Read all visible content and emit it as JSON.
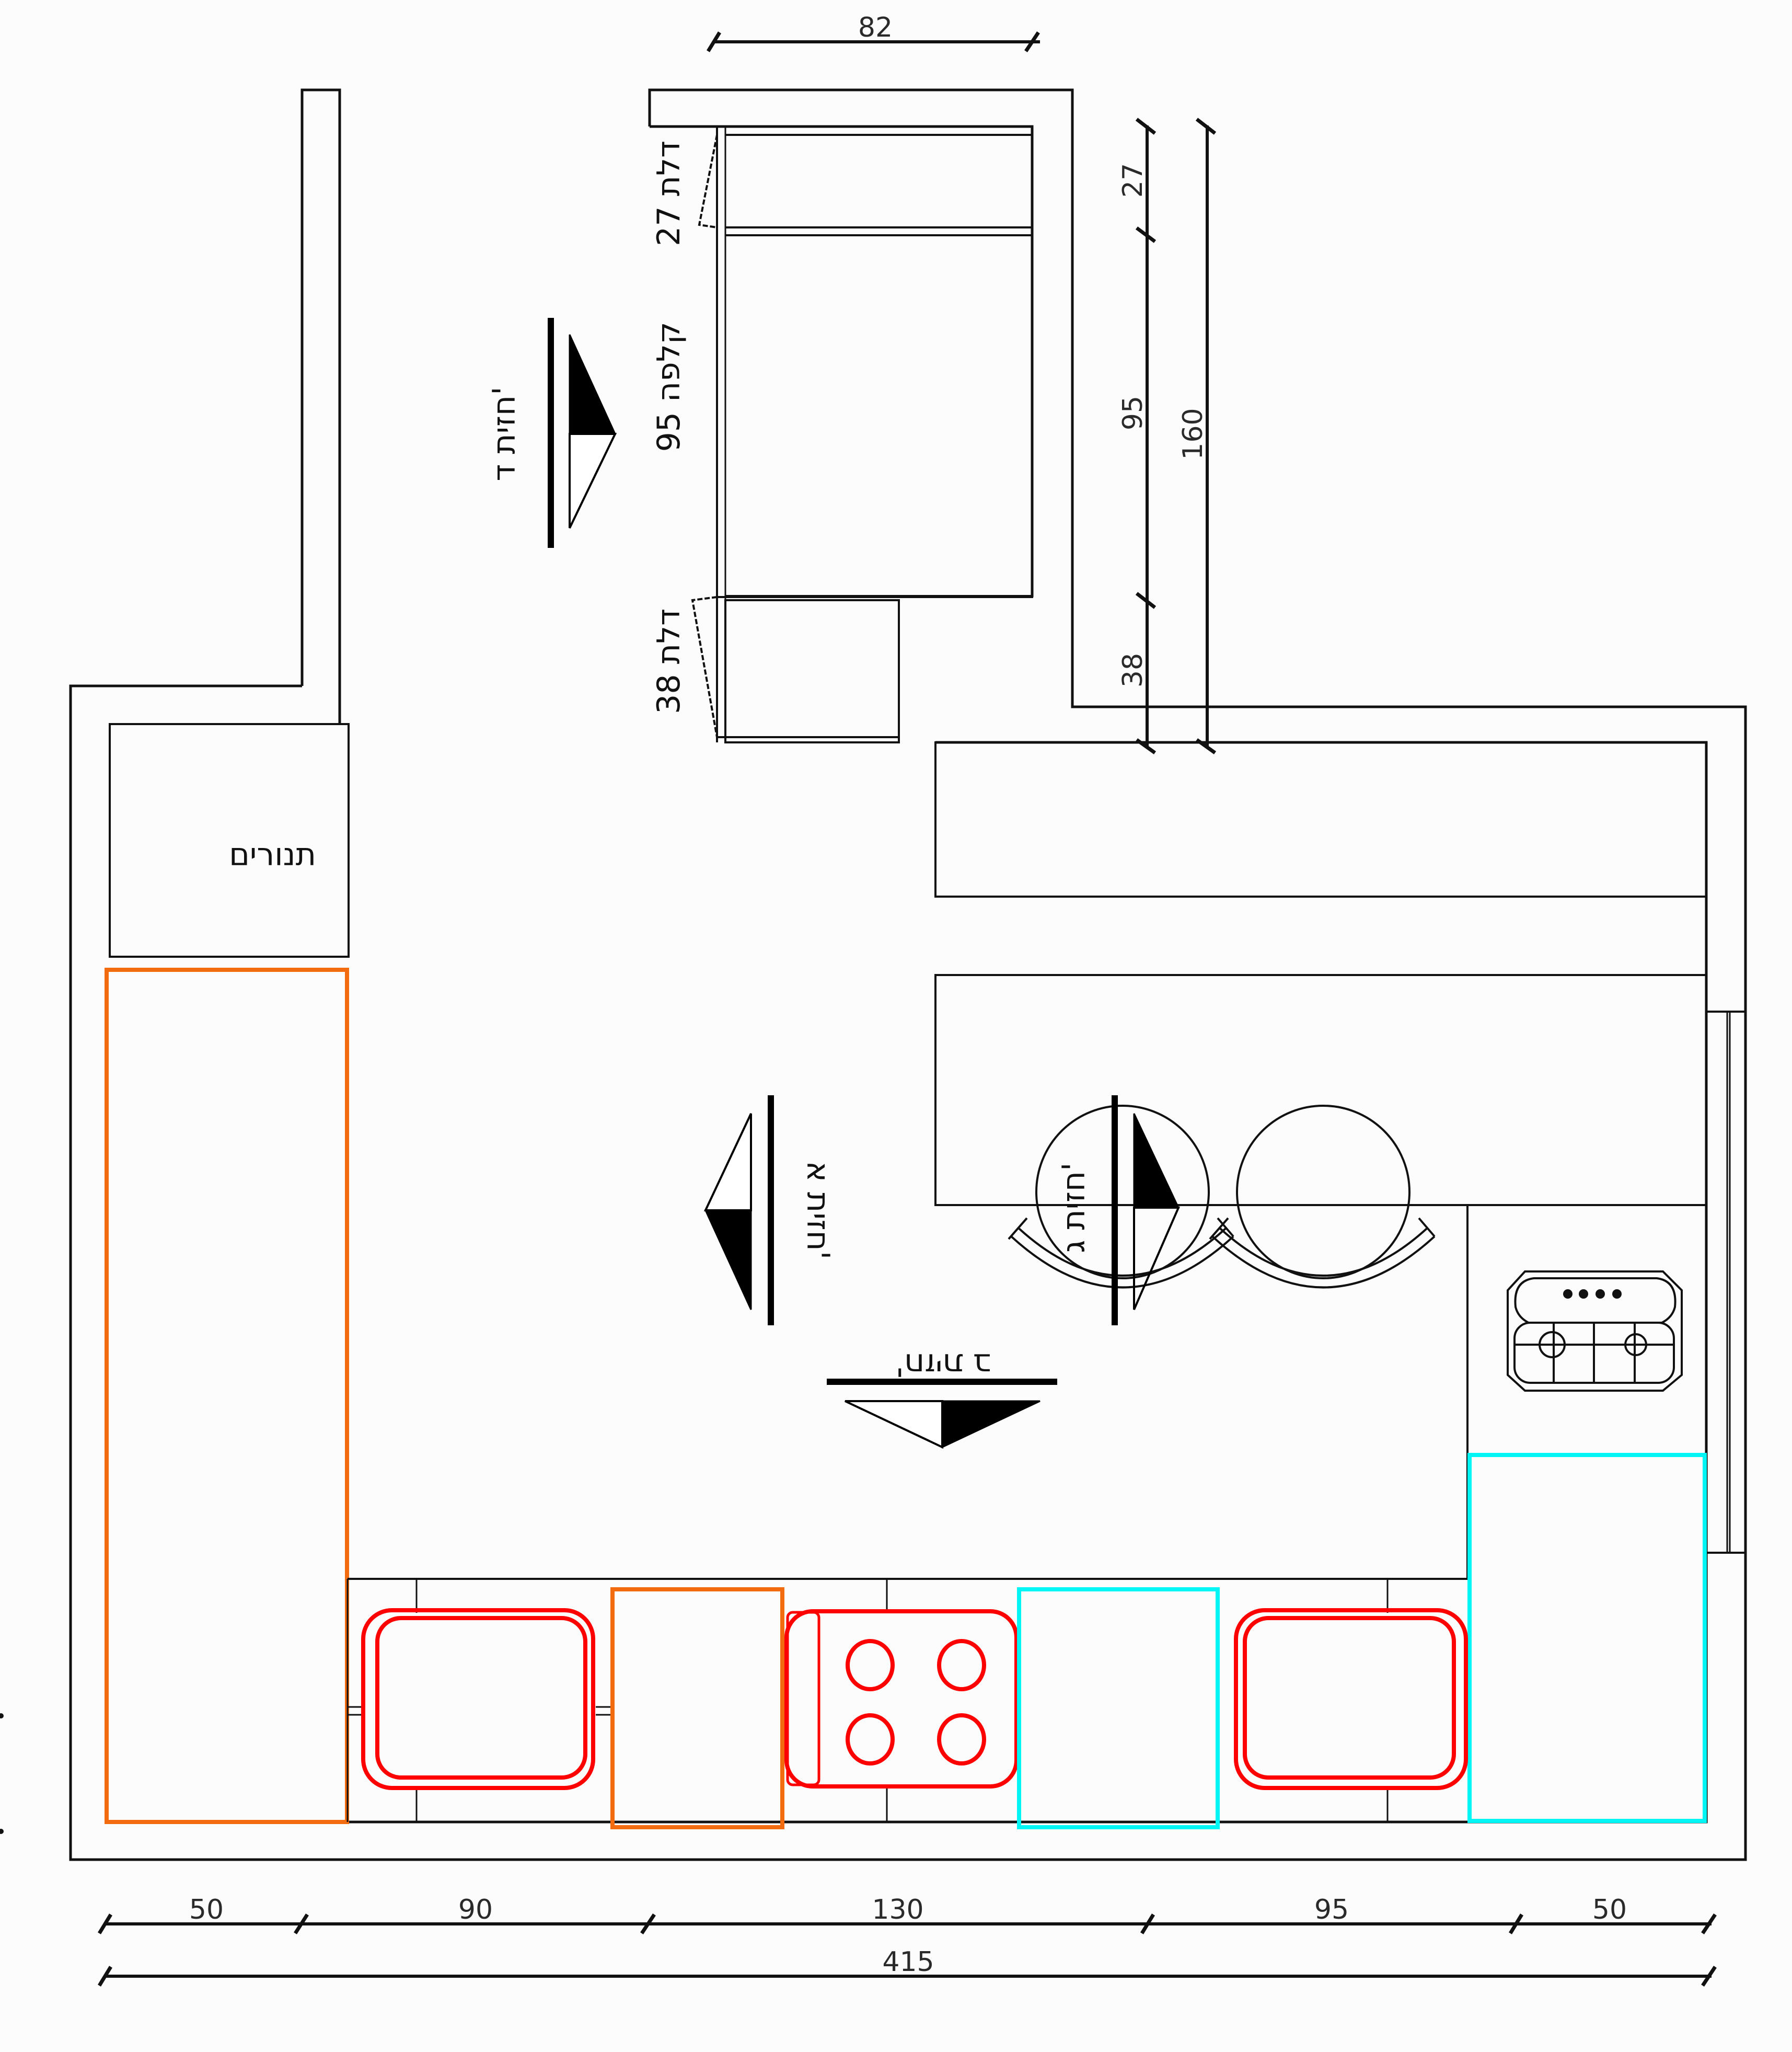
{
  "drawing": {
    "title": "Kitchen floor plan",
    "units": "cm",
    "colors": {
      "wall_line": "#111111",
      "tall_unit_outline": "#f26b0f",
      "appliance_outline": "#ff0000",
      "highlight_outline": "#00f5f5"
    }
  },
  "labels": {
    "ovens": "תנורים",
    "door_27": "דלת 27",
    "shell_95": "קלפה 95",
    "door_38": "דלת 38",
    "elevation_a": "חזית א'",
    "elevation_b": "חזית ב'",
    "elevation_c": "חזית ג'",
    "elevation_d": "חזית ד'"
  },
  "dimensions": {
    "top_width": "82",
    "right_segments": [
      "27",
      "95",
      "38"
    ],
    "right_total": "160",
    "bottom_segments": [
      "50",
      "90",
      "130",
      "95",
      "50"
    ],
    "bottom_total": "415"
  },
  "fixtures": {
    "stools_count": 2,
    "sink_count": 2,
    "cooktop_burners": 4,
    "gas_hob_burners": 2,
    "gas_hob_knobs": 4
  }
}
